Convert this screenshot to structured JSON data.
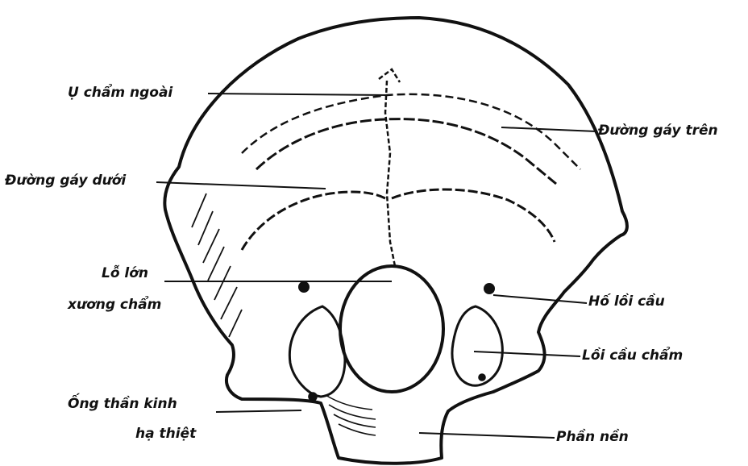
{
  "labels": {
    "u_cham_ngoai": "Ụ chẩm ngoài",
    "duong_gay_tren": "Đường gáy trên",
    "duong_gay_duoi": "Đường gáy dưới",
    "lo_lon_line1": "Lỗ lớn",
    "lo_lon_line2": "xương chẩm",
    "ho_loi_cau": "Hố lồi cầu",
    "loi_cau_cham": "Lồi cầu chẩm",
    "ong_than_kinh_line1": "Ống thần kinh",
    "ong_than_kinh_line2": "hạ thiệt",
    "phan_nen": "Phần nền"
  },
  "colors": {
    "ink": "#111111",
    "background": "#ffffff"
  }
}
